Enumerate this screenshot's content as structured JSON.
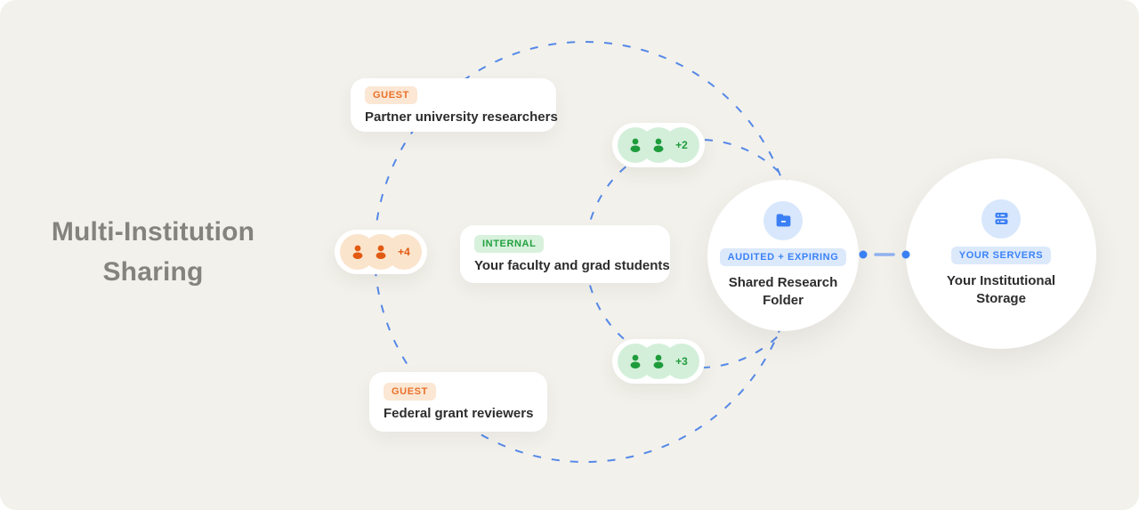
{
  "title": "Multi-Institution Sharing",
  "cards": {
    "partner": {
      "badge": "GUEST",
      "label": "Partner university researchers"
    },
    "internal": {
      "badge": "INTERNAL",
      "label": "Your faculty and grad students"
    },
    "federal": {
      "badge": "GUEST",
      "label": "Federal grant reviewers"
    }
  },
  "avatar_groups": {
    "green_top": {
      "count_label": "+2",
      "member_icons": "person-icon"
    },
    "orange_left": {
      "count_label": "+4",
      "member_icons": "person-icon"
    },
    "green_bottom": {
      "count_label": "+3",
      "member_icons": "person-icon"
    }
  },
  "nodes": {
    "shared_folder": {
      "icon": "folder-icon",
      "badge": "AUDITED + EXPIRING",
      "label": "Shared Research Folder"
    },
    "institutional_storage": {
      "icon": "server-icon",
      "badge": "YOUR SERVERS",
      "label": "Your Institutional Storage"
    }
  },
  "colors": {
    "background": "#F2F1EB",
    "card_background": "#FFFFFF",
    "title_gray": "#85837D",
    "text_dark": "#2D2D2D",
    "orange_accent": "#E8702A",
    "orange_icon": "#E25A12",
    "orange_badge_bg": "#FBE7D4",
    "orange_avatar_bg": "#FBE4CC",
    "green_accent": "#22A13F",
    "green_icon": "#1E9C3B",
    "green_badge_bg": "#D8F1DD",
    "green_avatar_bg": "#D3EFDA",
    "blue_accent": "#3B82F6",
    "blue_badge_bg": "#DCE9FB",
    "blue_icon_circle_bg": "#D8E7FC",
    "dash_blue": "#5588E8"
  }
}
